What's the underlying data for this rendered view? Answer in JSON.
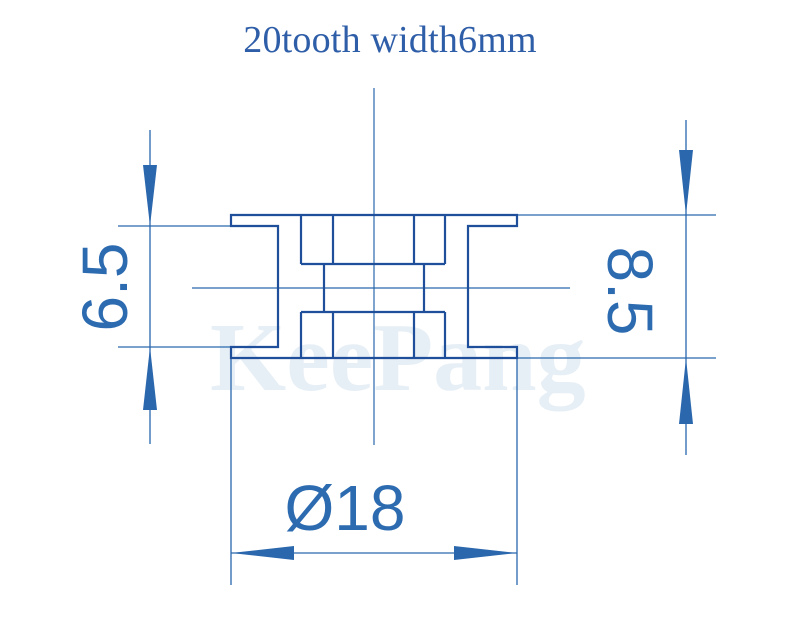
{
  "title": "20tooth width6mm",
  "dimensions": {
    "left_height": "6.5",
    "right_height": "8.5",
    "diameter": "Ø18"
  },
  "watermark": "KeePang",
  "colors": {
    "line": "#1f4e9a",
    "dimension_text": "#2d6bb0",
    "arrow": "#2a67ad",
    "title": "#2f5ea8"
  }
}
